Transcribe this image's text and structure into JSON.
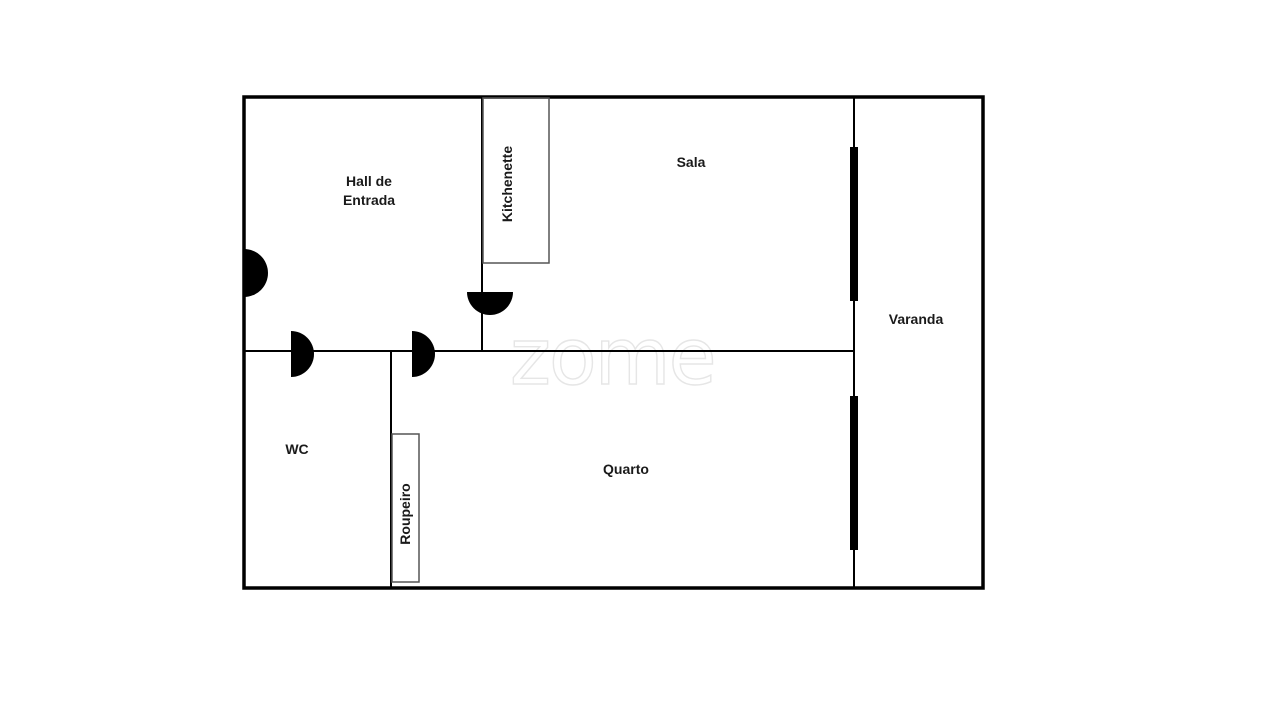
{
  "rooms": {
    "hall_line1": "Hall de",
    "hall_line2": "Entrada",
    "kitchenette": "Kitchenette",
    "sala": "Sala",
    "varanda": "Varanda",
    "wc": "WC",
    "quarto": "Quarto",
    "roupeiro": "Roupeiro"
  },
  "watermark": "zome",
  "colors": {
    "wall": "#000000",
    "background": "#ffffff",
    "watermark": "#e6e6e6"
  }
}
